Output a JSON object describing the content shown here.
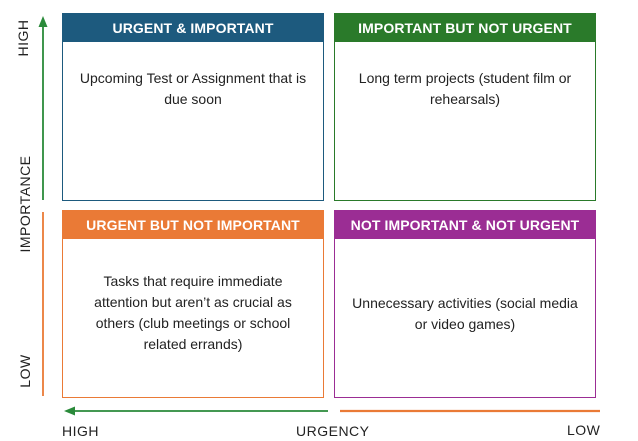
{
  "quadrants": [
    {
      "header": "URGENT & IMPORTANT",
      "body": "Upcoming Test or Assignment that is due soon",
      "color": "#1d5a7e"
    },
    {
      "header": "IMPORTANT BUT NOT URGENT",
      "body": "Long term projects (student film or rehearsals)",
      "color": "#2a7a2a"
    },
    {
      "header": "URGENT BUT NOT IMPORTANT",
      "body": "Tasks that require immediate attention but aren’t as crucial as others (club meetings or school related errands)",
      "color": "#ea7a36"
    },
    {
      "header": "NOT IMPORTANT & NOT URGENT",
      "body": "Unnecessary activities (social media or video games)",
      "color": "#9b2d94"
    }
  ],
  "axes": {
    "vertical": {
      "high_label": "HIGH",
      "title": "IMPORTANCE",
      "low_label": "LOW"
    },
    "horizontal": {
      "high_label": "HIGH",
      "title": "URGENCY",
      "low_label": "LOW"
    }
  },
  "colors": {
    "arrow_green": "#2a8a3a",
    "arrow_orange": "#ea7a36"
  }
}
